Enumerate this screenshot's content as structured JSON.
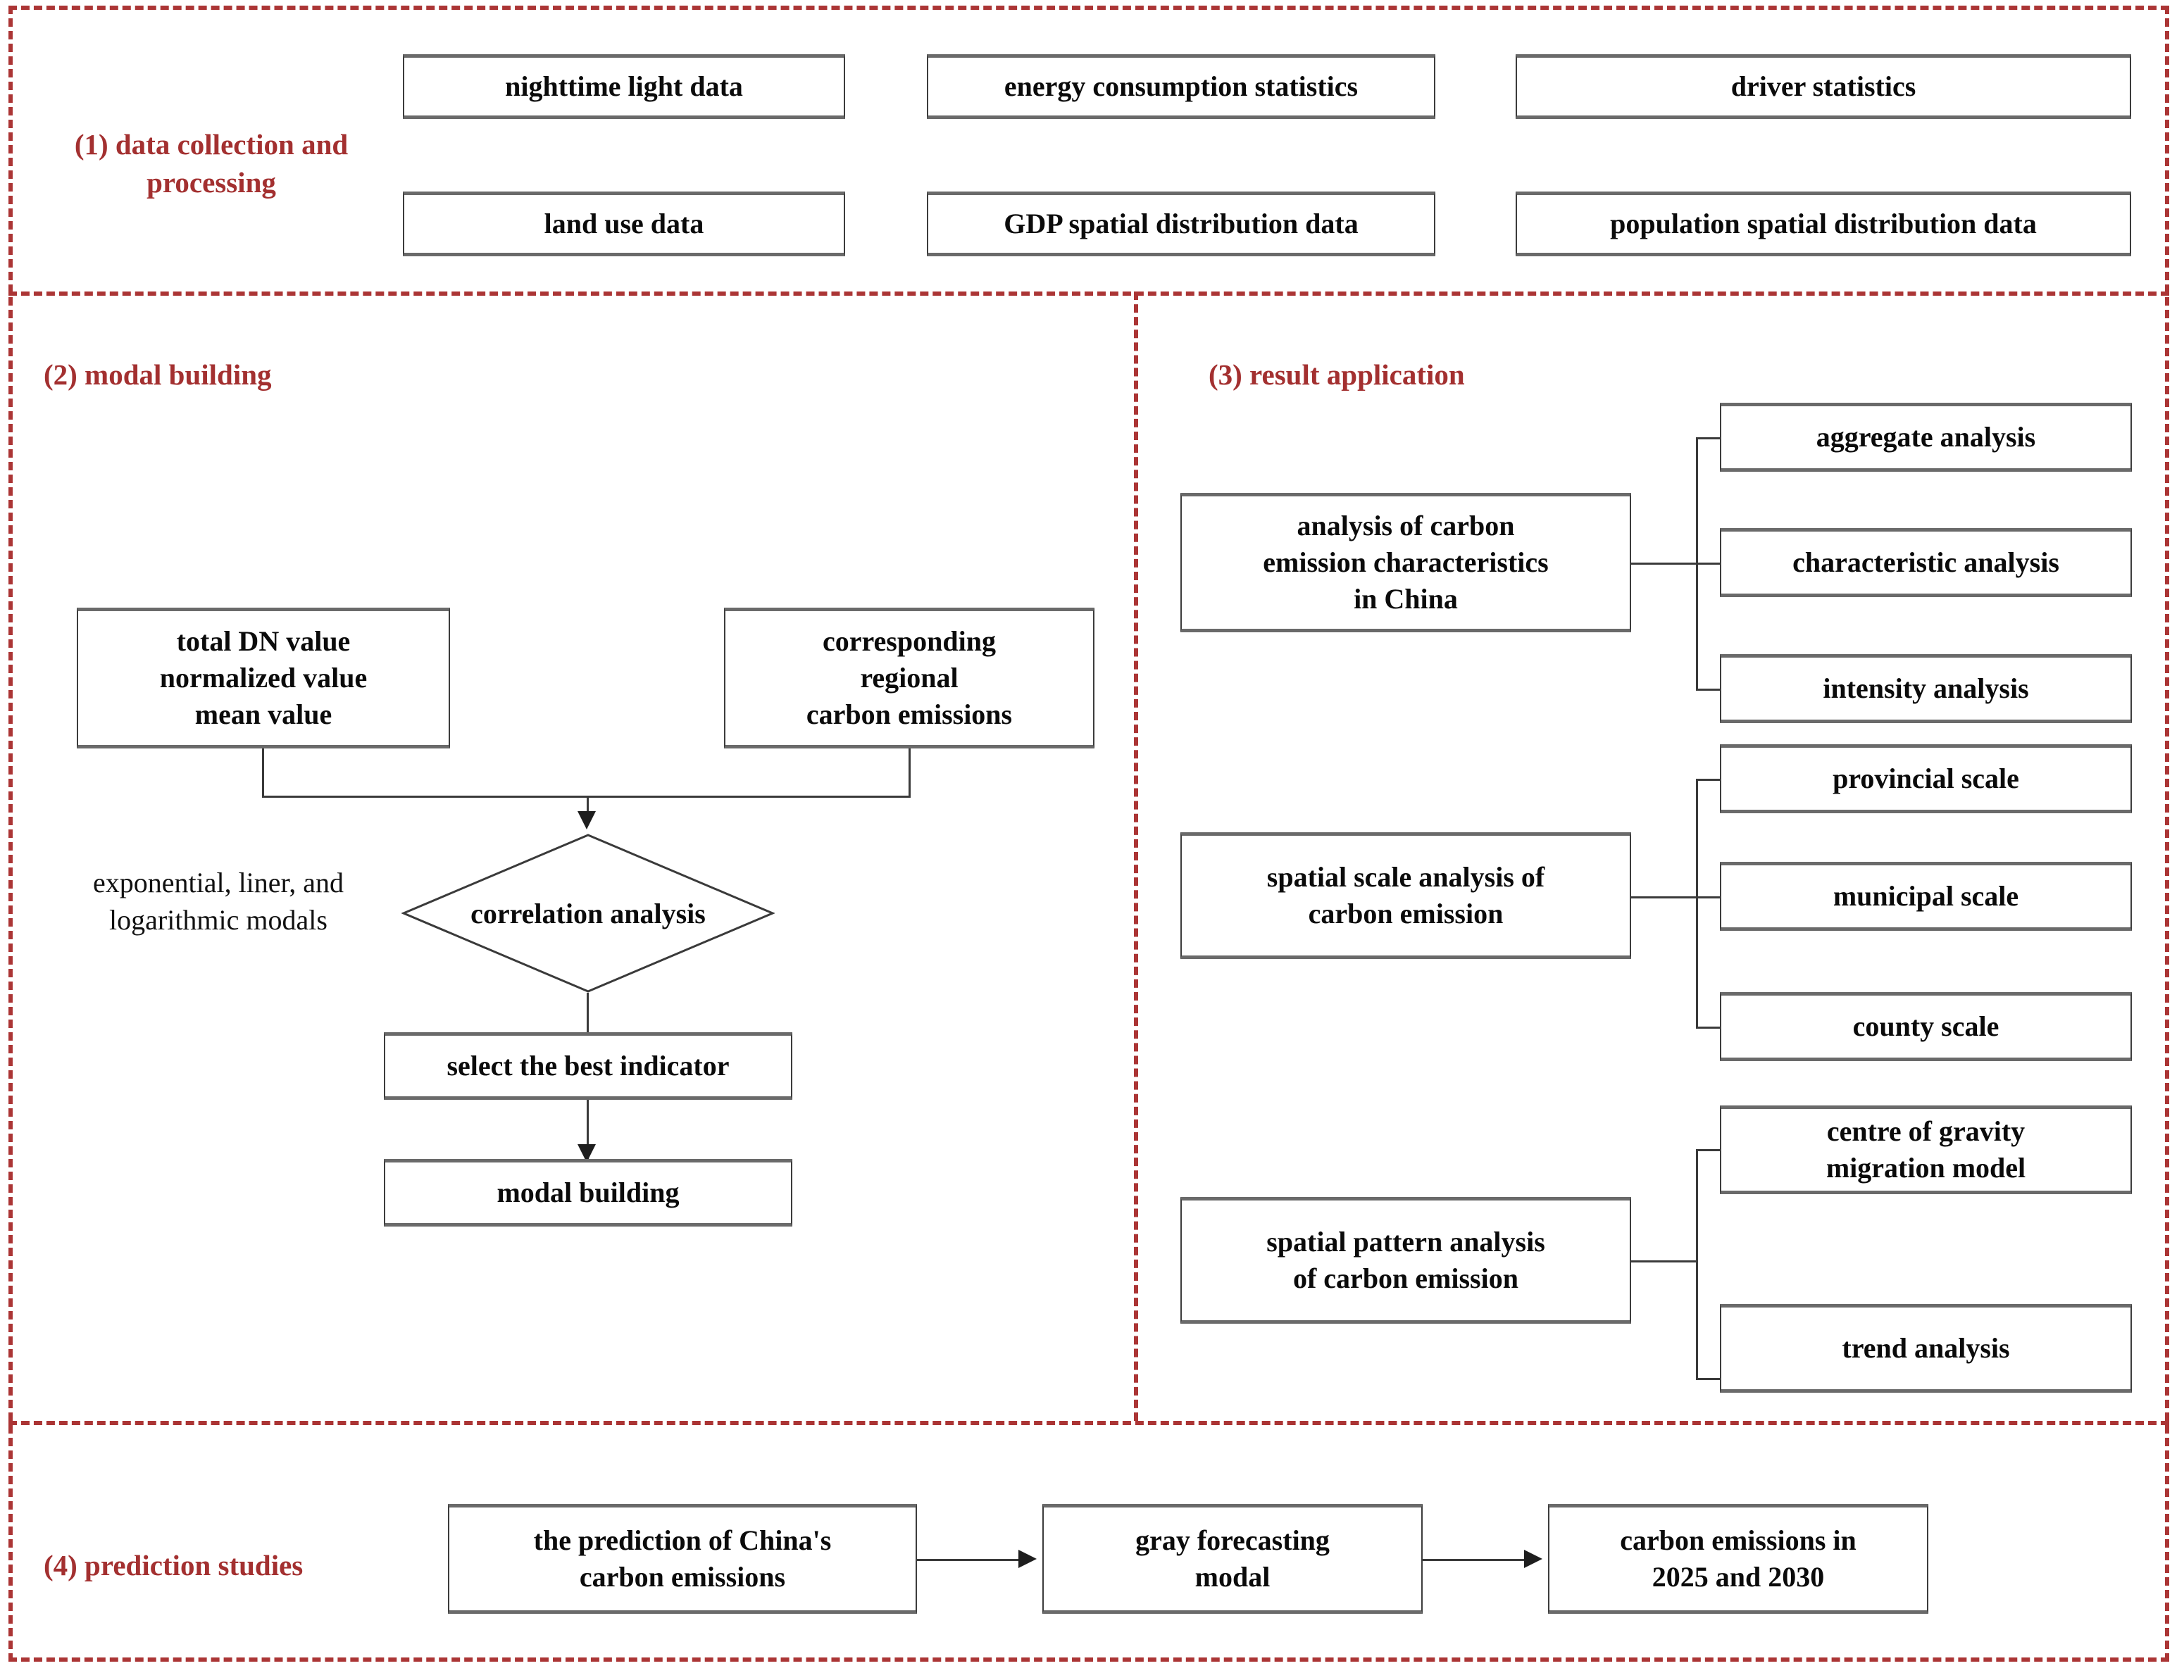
{
  "figure": {
    "type": "flowchart",
    "frame_color": "#ab3535",
    "label_color": "#a33030",
    "box_border_color": "#3c3c3c",
    "connector_color": "#3a3a3a"
  },
  "sections": [
    {
      "id": "data-collection",
      "label": "(1) data collection and\nprocessing",
      "boxes": [
        {
          "id": "nighttime-light-data",
          "label": "nighttime light data"
        },
        {
          "id": "energy-consumption-statistics",
          "label": "energy consumption statistics"
        },
        {
          "id": "driver-statistics",
          "label": "driver statistics"
        },
        {
          "id": "land-use-data",
          "label": "land use data"
        },
        {
          "id": "gdp-spatial-distribution-data",
          "label": "GDP spatial distribution data"
        },
        {
          "id": "population-spatial-distribution-data",
          "label": "population spatial distribution data"
        }
      ]
    },
    {
      "id": "modal-building",
      "label": "(2) modal building",
      "boxes": [
        {
          "id": "total-dn-value",
          "label": "total DN value\nnormalized value\nmean value"
        },
        {
          "id": "corresponding-regional-carbon-emissions",
          "label": "corresponding\nregional\ncarbon emissions"
        },
        {
          "id": "correlation-analysis",
          "label": "correlation analysis"
        },
        {
          "id": "select-the-best-indicator",
          "label": "select the best indicator"
        },
        {
          "id": "modal-building-result",
          "label": "modal building"
        }
      ],
      "annotation": "exponential, liner, and\nlogarithmic modals"
    },
    {
      "id": "result-application",
      "label": "(3) result application",
      "groups": [
        {
          "parent": "analysis of carbon\nemission characteristics\nin China",
          "children": [
            "aggregate analysis",
            "characteristic analysis",
            "intensity analysis"
          ]
        },
        {
          "parent": "spatial scale analysis of\ncarbon emission",
          "children": [
            "provincial scale",
            "municipal scale",
            "county scale"
          ]
        },
        {
          "parent": "spatial pattern analysis\nof carbon emission",
          "children": [
            "centre of gravity\nmigration model",
            "trend analysis"
          ]
        }
      ]
    },
    {
      "id": "prediction-studies",
      "label": "(4) prediction studies",
      "boxes": [
        {
          "id": "prediction-of-chinas-carbon-emissions",
          "label": "the prediction of China's\ncarbon emissions"
        },
        {
          "id": "gray-forecasting-modal",
          "label": "gray forecasting\nmodal"
        },
        {
          "id": "carbon-emissions-2025-2030",
          "label": "carbon emissions in\n2025 and 2030"
        }
      ]
    }
  ]
}
